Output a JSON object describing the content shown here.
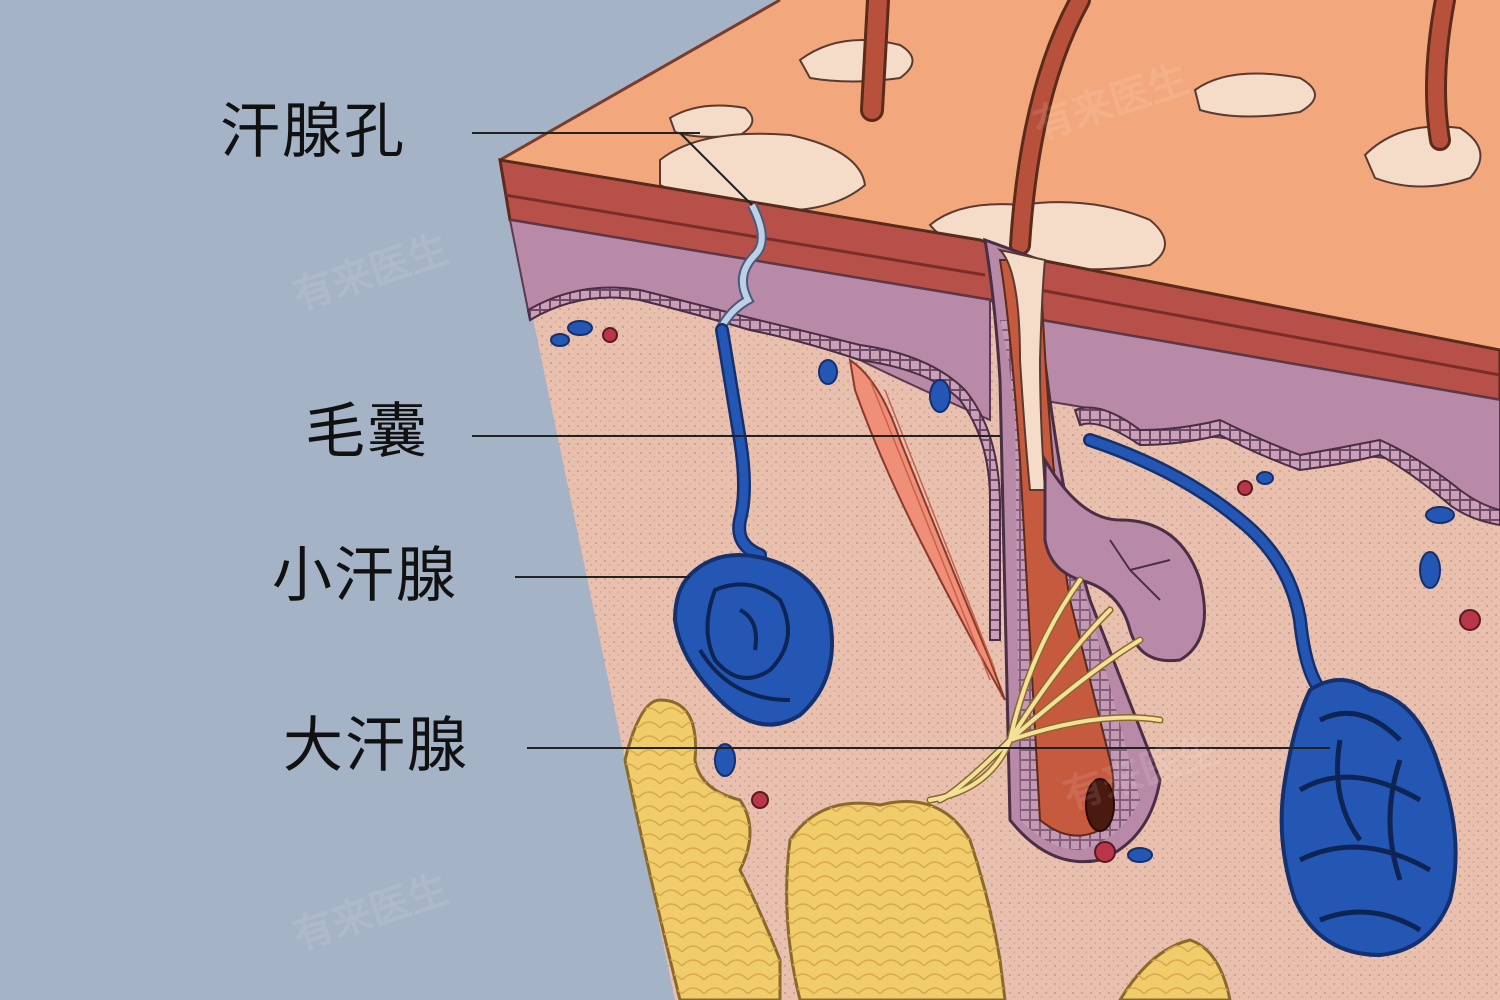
{
  "labels": {
    "sweat_pore": "汗腺孔",
    "hair_follicle": "毛囊",
    "eccrine_gland": "小汗腺",
    "apocrine_gland": "大汗腺"
  },
  "watermark": "有来医生",
  "colors": {
    "background": "#a5b3c6",
    "skin_surface": "#f2a87c",
    "epidermis": "#b8504a",
    "dermis_upper": "#b88aa8",
    "dermis": "#e9bfae",
    "sweat_gland": "#2456b3",
    "fat": "#f0cc6a",
    "hair": "#b8513c",
    "nerve": "#e9d48a",
    "label_text": "#111111"
  }
}
